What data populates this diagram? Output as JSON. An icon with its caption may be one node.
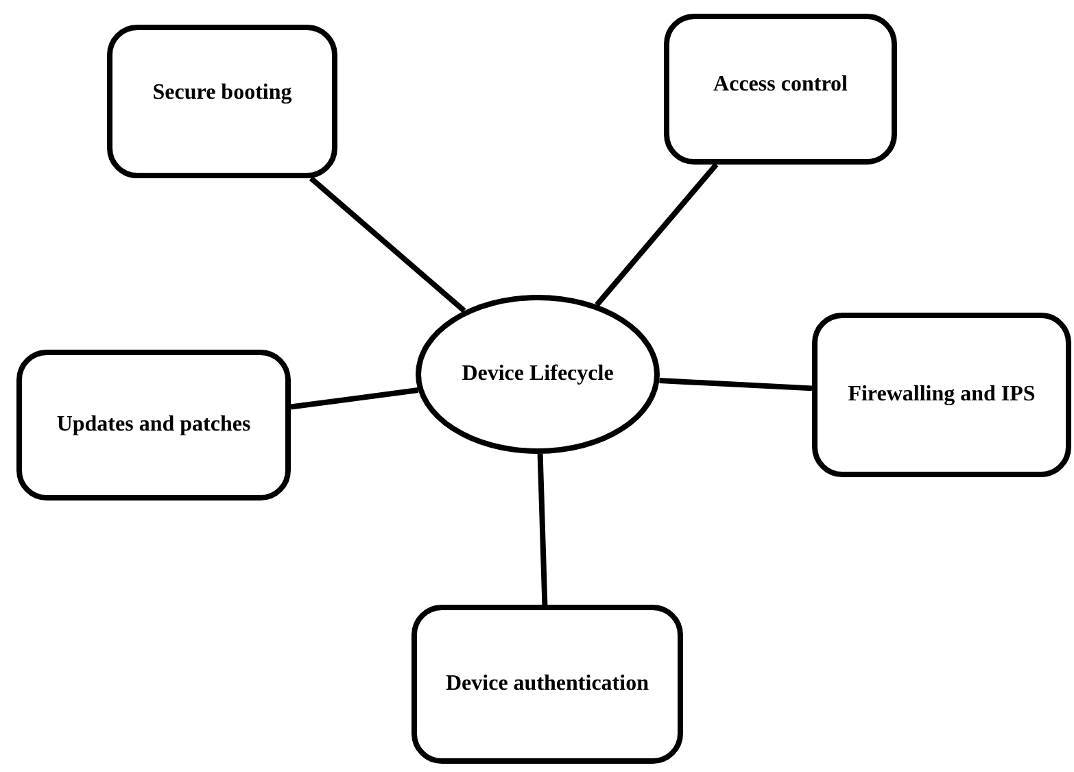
{
  "diagram": {
    "nodes": [
      {
        "text": [
          "Device Lifecycle"
        ]
      },
      {
        "text": [
          "Secure booting"
        ]
      },
      {
        "text": [
          "Access control"
        ]
      },
      {
        "text": [
          "Firewalling and IPS"
        ]
      },
      {
        "text": [
          "Updates and patches"
        ]
      },
      {
        "text": [
          "Device authentication"
        ]
      }
    ],
    "edges": [
      {
        "from": 1,
        "to": 0,
        "arrow": "none"
      },
      {
        "from": 2,
        "to": 0,
        "arrow": "none"
      },
      {
        "from": 3,
        "to": 0,
        "arrow": "none"
      },
      {
        "from": 4,
        "to": 0,
        "arrow": "none"
      },
      {
        "from": 5,
        "to": 0,
        "arrow": "none"
      }
    ]
  }
}
